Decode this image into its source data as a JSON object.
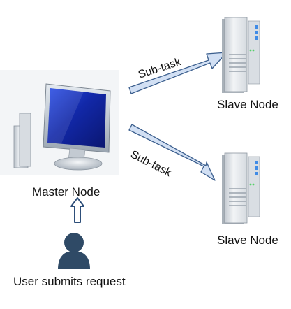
{
  "diagram": {
    "master": {
      "label": "Master Node"
    },
    "slaves": [
      {
        "label": "Slave Node"
      },
      {
        "label": "Slave Node"
      }
    ],
    "edges": [
      {
        "from": "master",
        "to": "slave-1",
        "label": "Sub-task"
      },
      {
        "from": "master",
        "to": "slave-2",
        "label": "Sub-task"
      }
    ],
    "user": {
      "label": "User submits request"
    }
  },
  "colors": {
    "arrow_fill": "#d2e0f4",
    "arrow_stroke": "#3c5f8e",
    "user_icon": "#2f4a66",
    "monitor_screen": "#1e33b8"
  },
  "icons": {
    "master": "desktop-computer-icon",
    "slave": "server-tower-icon",
    "user": "user-person-icon"
  }
}
